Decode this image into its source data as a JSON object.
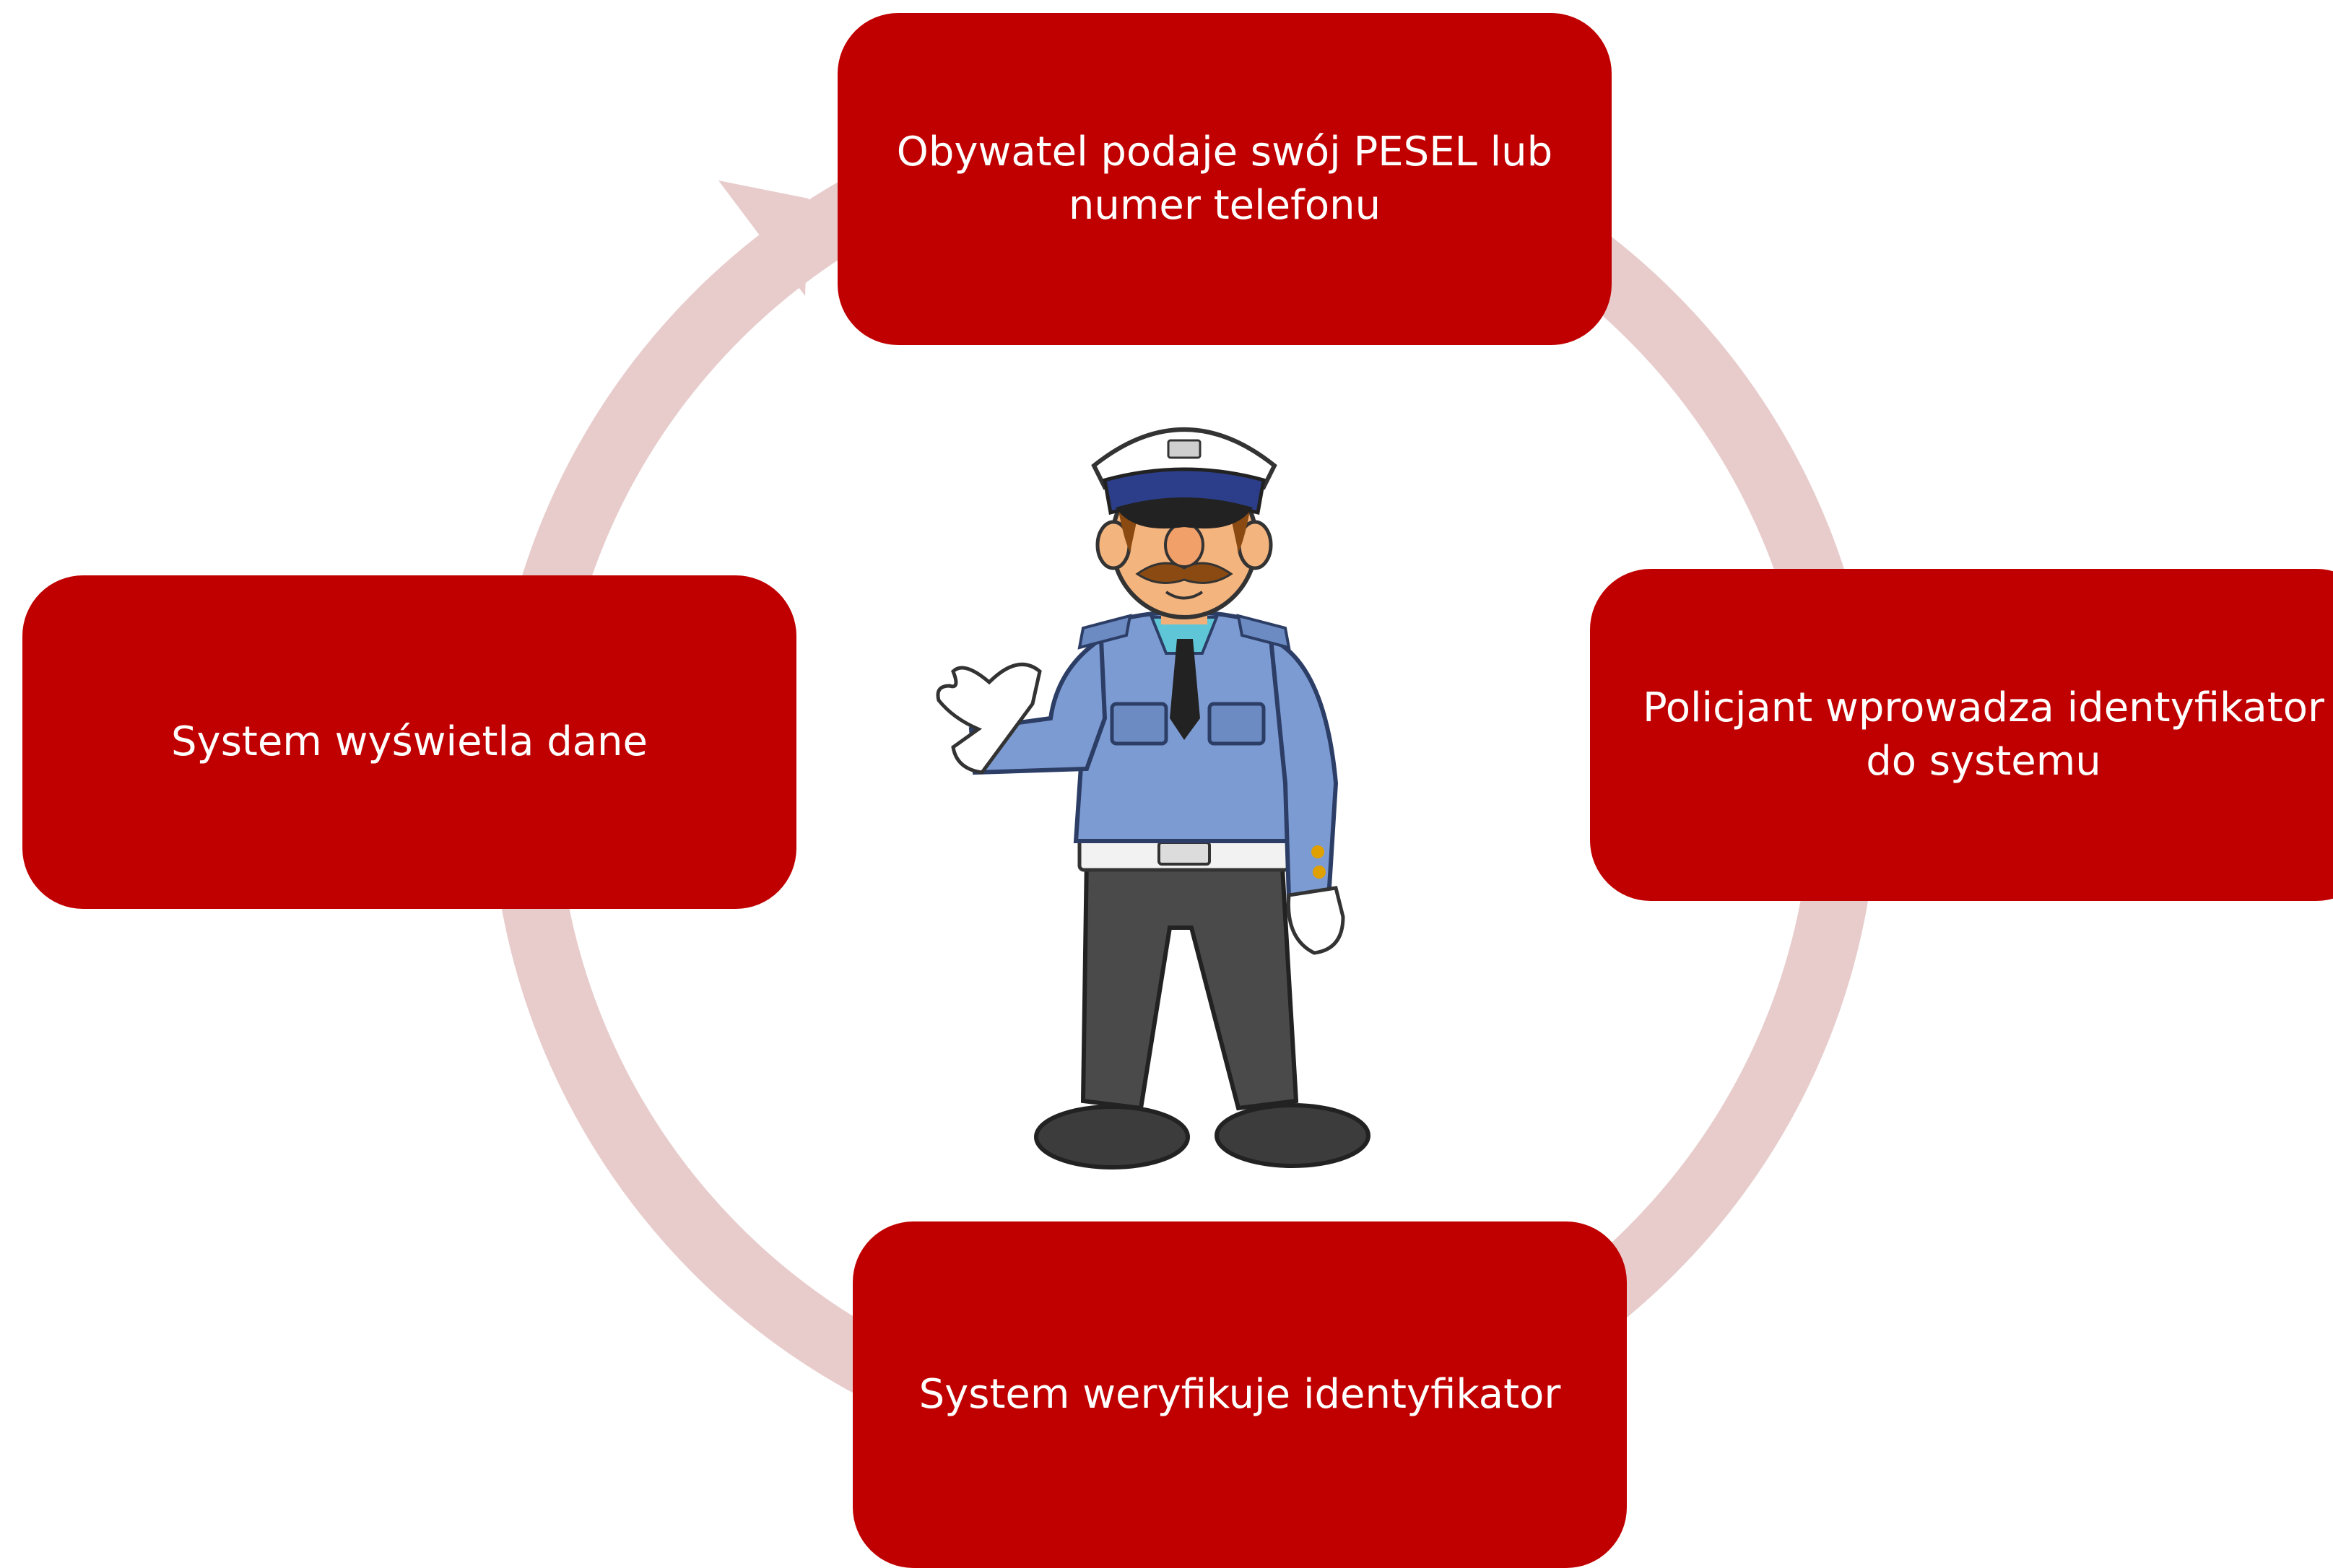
{
  "diagram": {
    "type": "cycle",
    "colors": {
      "box_fill": "#c00000",
      "box_text": "#ffffff",
      "ring": "#e8cccc"
    },
    "steps": [
      {
        "id": "step-1",
        "label": "Obywatel podaje swój PESEL lub\nnumer telefonu"
      },
      {
        "id": "step-2",
        "label": "Policjant wprowadza identyfikator\ndo systemu"
      },
      {
        "id": "step-3",
        "label": "System weryfikuje identyfikator"
      },
      {
        "id": "step-4",
        "label": "System wyświetla dane"
      }
    ],
    "illustration": "policeman-illustration"
  }
}
